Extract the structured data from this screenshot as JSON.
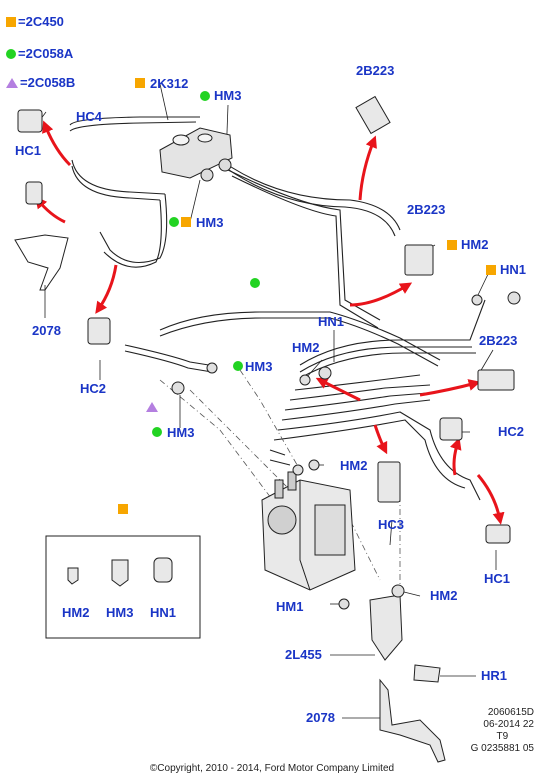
{
  "legend": [
    {
      "symbol": "orange-square",
      "label": "=2C450"
    },
    {
      "symbol": "green-circle",
      "label": "=2C058A"
    },
    {
      "symbol": "purple-triangle",
      "label": "=2C058B"
    }
  ],
  "colors": {
    "label": "#1a35c6",
    "orange": "#f7a600",
    "green": "#22d322",
    "purple": "#b47fe0",
    "arrow": "#e8141b",
    "line": "#222222"
  },
  "labels": {
    "2k312": "2K312",
    "hm3_top": "HM3",
    "hc4": "HC4",
    "hc1_left": "HC1",
    "hm3_mid": "HM3",
    "n2078_left": "2078",
    "hc2_left": "HC2",
    "hm3_lower": "HM3",
    "hm3_bottom_left": "HM3",
    "2b223_top": "2B223",
    "2b223_mid": "2B223",
    "hm2_right": "HM2",
    "hn1_right": "HN1",
    "hn1_center": "HN1",
    "hm2_center": "HM2",
    "2b223_right": "2B223",
    "hc2_right": "HC2",
    "hm2_lower": "HM2",
    "hc3": "HC3",
    "hc1_right": "HC1",
    "hm1": "HM1",
    "hm2_bottom": "HM2",
    "2l455": "2L455",
    "hr1": "HR1",
    "n2078_bottom": "2078",
    "box_hm2": "HM2",
    "box_hm3": "HM3",
    "box_hn1": "HN1"
  },
  "meta": {
    "code": "2060615D",
    "date": "06-2014 22",
    "t": "T9",
    "ref": "G 0235881 05"
  },
  "copyright": "©Copyright, 2010 - 2014, Ford Motor Company Limited"
}
